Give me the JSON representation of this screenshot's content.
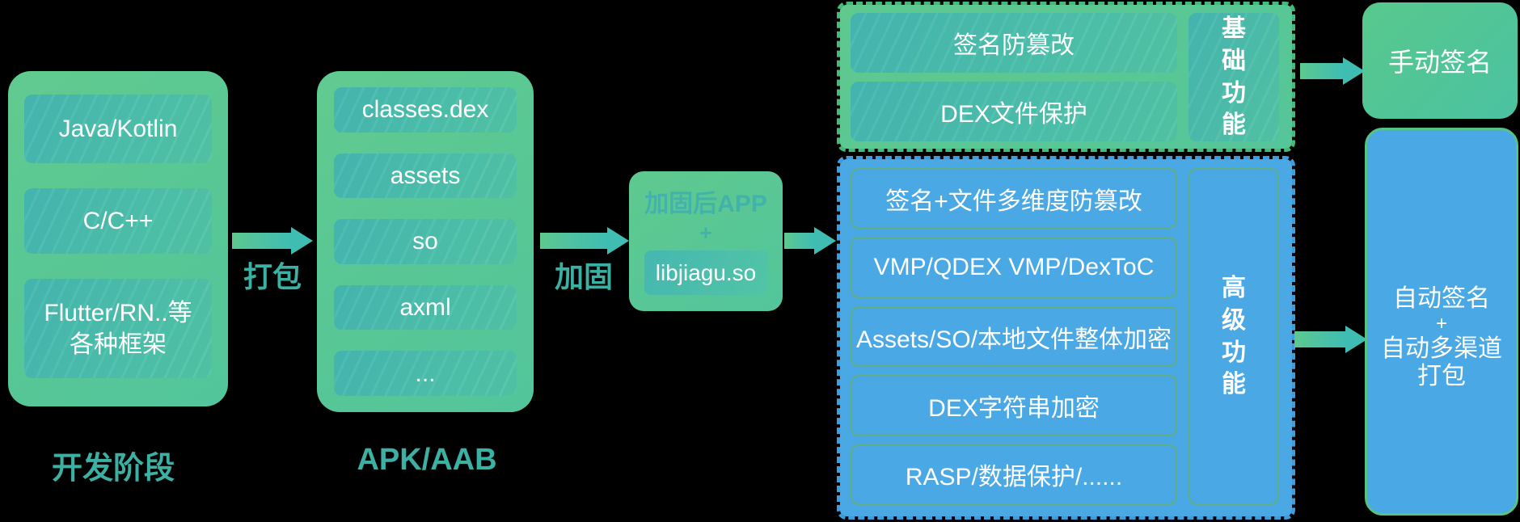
{
  "dev": {
    "title": "开发阶段",
    "items": [
      "Java/Kotlin",
      "C/C++",
      "Flutter/RN..等各种框架"
    ]
  },
  "package_arrow": {
    "label": "打包"
  },
  "apk": {
    "title": "APK/AAB",
    "items": [
      "classes.dex",
      "assets",
      "so",
      "axml",
      "..."
    ]
  },
  "harden_arrow": {
    "label": "加固"
  },
  "hardened": {
    "title": "加固后APP",
    "plus": "+",
    "lib": "libjiagu.so"
  },
  "basic": {
    "side_label": "基础功能",
    "items": [
      "签名防篡改",
      "DEX文件保护"
    ]
  },
  "advanced": {
    "side_label": "高级功能",
    "items": [
      "签名+文件多维度防篡改",
      "VMP/QDEX VMP/DexToC",
      "Assets/SO/本地文件整体加密",
      "DEX字符串加密",
      "RASP/数据保护/......"
    ]
  },
  "manual_sign": {
    "label": "手动签名"
  },
  "auto_sign": {
    "lines": [
      "自动签名",
      "+",
      "自动多渠道",
      "打包"
    ]
  },
  "colors": {
    "green": "#5cc88e",
    "teal": "#46b8b0",
    "blue": "#4aa9e8",
    "teal_text": "#3bb0a3",
    "green_dash": "#44bb79",
    "blue_dash": "#3f9ddd"
  }
}
